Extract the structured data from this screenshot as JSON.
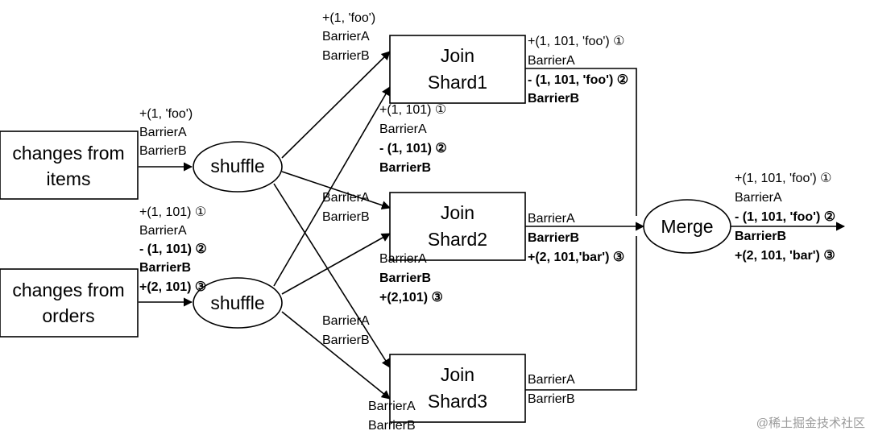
{
  "nodes": {
    "items_source": {
      "line1": "changes from",
      "line2": "items"
    },
    "orders_source": {
      "line1": "changes from",
      "line2": "orders"
    },
    "shuffle_top": {
      "label": "shuffle"
    },
    "shuffle_bottom": {
      "label": "shuffle"
    },
    "join_shard1": {
      "line1": "Join",
      "line2": "Shard1"
    },
    "join_shard2": {
      "line1": "Join",
      "line2": "Shard2"
    },
    "join_shard3": {
      "line1": "Join",
      "line2": "Shard3"
    },
    "merge": {
      "label": "Merge"
    }
  },
  "labels": {
    "items_out": [
      "+(1, 'foo')",
      "BarrierA",
      "BarrierB"
    ],
    "orders_out": [
      "+(1, 101) ①",
      "BarrierA",
      "- (1, 101) ②",
      "BarrierB",
      "+(2, 101) ③"
    ],
    "shard1_in_top": [
      "+(1, 'foo')",
      "BarrierA",
      "BarrierB"
    ],
    "shard1_in_bottom": [
      "+(1, 101) ①",
      "BarrierA",
      "- (1, 101) ②",
      "BarrierB"
    ],
    "shard1_out": [
      "+(1, 101, 'foo') ①",
      "BarrierA",
      "- (1, 101, 'foo') ②",
      "BarrierB"
    ],
    "shard2_in_top": [
      "BarrierA",
      "BarrierB"
    ],
    "shard2_in_bottom": [
      "BarrierA",
      "BarrierB",
      "+(2,101) ③"
    ],
    "shard2_out": [
      "BarrierA",
      "BarrierB",
      "+(2, 101,'bar') ③"
    ],
    "shard3_in_top": [
      "BarrierA",
      "BarrierB"
    ],
    "shard3_in_bottom": [
      "BarrierA",
      "BarrierB"
    ],
    "shard3_out": [
      "BarrierA",
      "BarrierB"
    ],
    "merge_out": [
      "+(1, 101, 'foo') ①",
      "BarrierA",
      "- (1, 101, 'foo') ②",
      "BarrierB",
      "+(2, 101, 'bar') ③"
    ]
  },
  "watermark": "@稀土掘金技术社区"
}
